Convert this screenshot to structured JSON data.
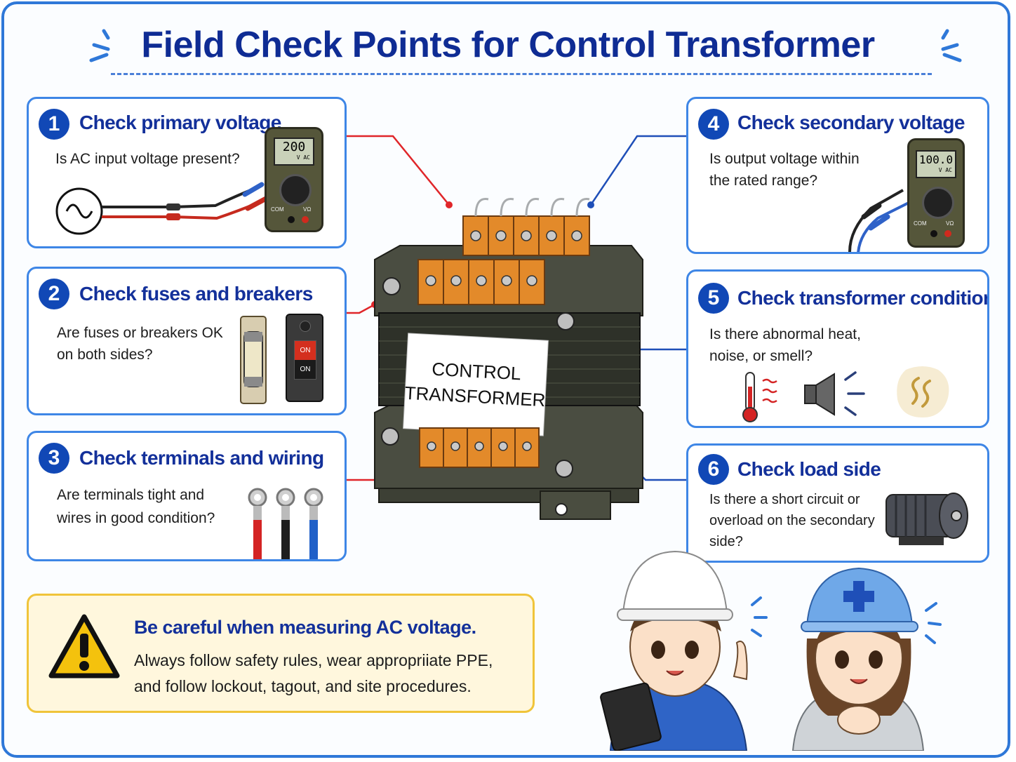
{
  "title": "Field Check Points for Control Transformer",
  "colors": {
    "accent": "#2f78d8",
    "title": "#0f2c94",
    "wire_red": "#e0262a",
    "wire_blue": "#1f4fb8",
    "warning": "#f0c43a"
  },
  "meter_primary": {
    "reading": "200",
    "unit": "V AC",
    "com": "COM",
    "vo": "VΩ"
  },
  "meter_secondary": {
    "reading": "100.0",
    "unit": "V AC",
    "com": "COM",
    "vo": "VΩ"
  },
  "breaker": {
    "on_top": "ON",
    "on_bottom": "ON"
  },
  "transformer_label": {
    "line1": "CONTROL",
    "line2": "TRANSFORMER"
  },
  "checks": [
    {
      "number": "1",
      "title": "Check primary voltage",
      "question": "Is AC input voltage present?",
      "icon": "multimeter-icon"
    },
    {
      "number": "2",
      "title": "Check fuses and breakers",
      "question_line1": "Are fuses or breakers OK",
      "question_line2": "on both sides?",
      "icon": "fuse-breaker-icon"
    },
    {
      "number": "3",
      "title": "Check terminals and wiring",
      "question_line1": "Are terminals tight and",
      "question_line2": "wires in good condition?",
      "icon": "ring-terminal-icon"
    },
    {
      "number": "4",
      "title": "Check secondary voltage",
      "question_line1": "Is output voltage within",
      "question_line2": "the rated range?",
      "icon": "multimeter-icon"
    },
    {
      "number": "5",
      "title": "Check transformer condition",
      "question_line1": "Is there abnormal heat,",
      "question_line2": "noise, or smell?",
      "icon": "thermometer-speaker-smell-icons"
    },
    {
      "number": "6",
      "title": "Check load side",
      "question_line1": "Is there a short circuit or",
      "question_line2": "overload on the secondary",
      "question_line3": "side?",
      "icon": "motor-icon"
    }
  ],
  "warning": {
    "title": "Be careful when measuring AC voltage.",
    "line1": "Always follow safety rules, wear appropriiate PPE,",
    "line2": "and follow lockout, tagout, and site procedures.",
    "icon": "warning-triangle-icon"
  }
}
